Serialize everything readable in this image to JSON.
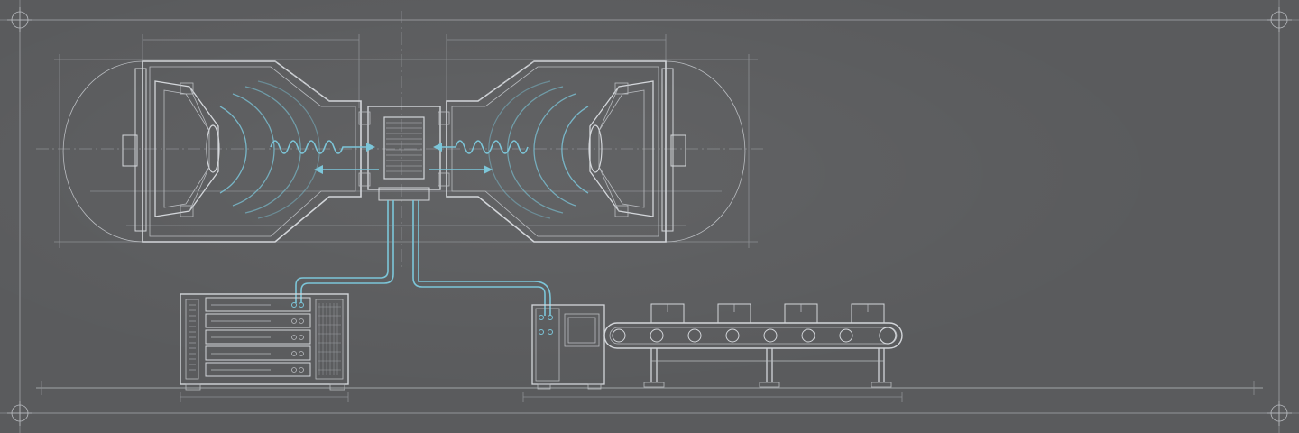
{
  "diagram": {
    "kind": "technical blueprint illustration",
    "components": [
      {
        "name": "left-speaker-chamber",
        "icon": "speaker-cone-icon"
      },
      {
        "name": "right-speaker-chamber",
        "icon": "speaker-cone-icon"
      },
      {
        "name": "central-sample-cell",
        "icon": "filter-cell-icon"
      },
      {
        "name": "signal-generator-rack",
        "icon": "server-rack-icon"
      },
      {
        "name": "control-cabinet",
        "icon": "control-box-icon"
      },
      {
        "name": "conveyor-belt",
        "icon": "conveyor-icon"
      }
    ],
    "conveyor_item_count": 4,
    "rack_drawer_count": 5
  },
  "colors": {
    "background": "#5a5b5d",
    "line": "#d3d6da",
    "accent": "#7cc6d9",
    "chamber_fill": "#3a3c40"
  }
}
